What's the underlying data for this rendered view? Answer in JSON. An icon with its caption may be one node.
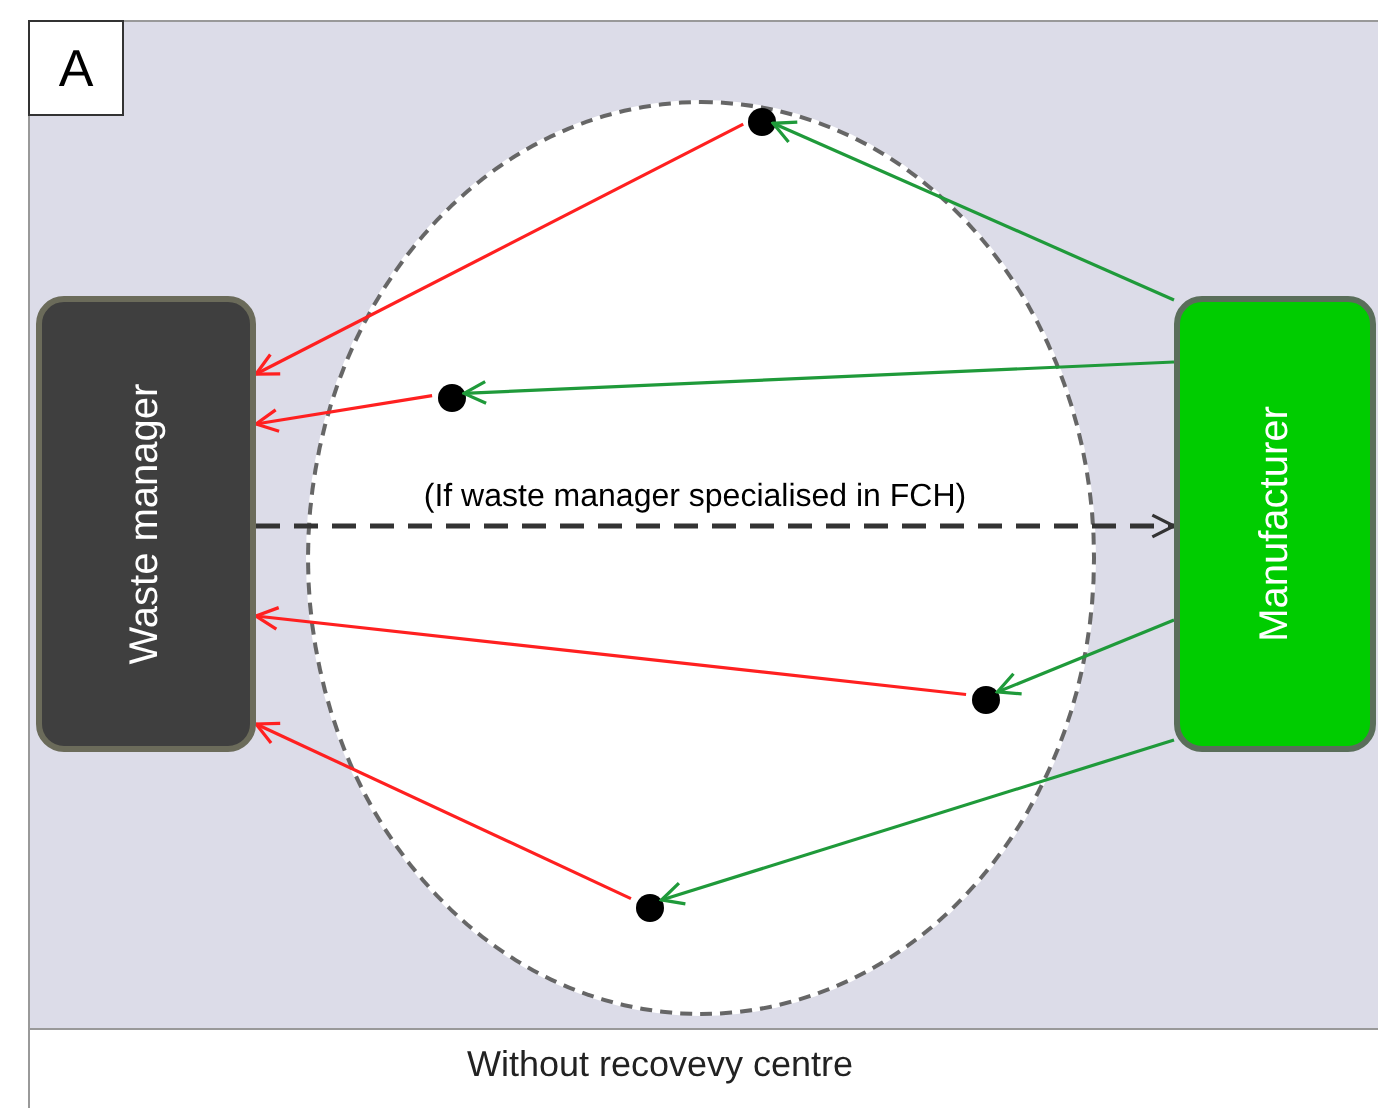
{
  "diagram": {
    "caption": "Without recovevy centre",
    "nodes": [
      {
        "text": [
          "A"
        ]
      },
      {
        "text": [
          "Waste manager"
        ]
      },
      {
        "text": [
          "Manufacturer"
        ]
      },
      {
        "text": [],
        "shape": "ellipse"
      },
      {
        "text": [],
        "shape": "circle",
        "in": 3
      },
      {
        "text": [],
        "shape": "circle",
        "in": 3
      },
      {
        "text": [],
        "shape": "circle",
        "in": 3
      },
      {
        "text": [],
        "shape": "circle",
        "in": 3
      }
    ],
    "edges": [
      {
        "from": 2,
        "to": 4,
        "arrow": "to",
        "color": "#1f9a3a"
      },
      {
        "from": 4,
        "to": 1,
        "arrow": "to",
        "color": "#ff2020"
      },
      {
        "from": 2,
        "to": 5,
        "arrow": "to",
        "color": "#1f9a3a"
      },
      {
        "from": 5,
        "to": 1,
        "arrow": "to",
        "color": "#ff2020"
      },
      {
        "from": 1,
        "to": 2,
        "arrow": "to",
        "label": "(If waste manager specialised in FCH)",
        "style": "dashed",
        "color": "#333333"
      },
      {
        "from": 2,
        "to": 6,
        "arrow": "to",
        "color": "#1f9a3a"
      },
      {
        "from": 6,
        "to": 1,
        "arrow": "to",
        "color": "#ff2020"
      },
      {
        "from": 2,
        "to": 7,
        "arrow": "to",
        "color": "#1f9a3a"
      },
      {
        "from": 7,
        "to": 1,
        "arrow": "to",
        "color": "#ff2020"
      }
    ]
  }
}
